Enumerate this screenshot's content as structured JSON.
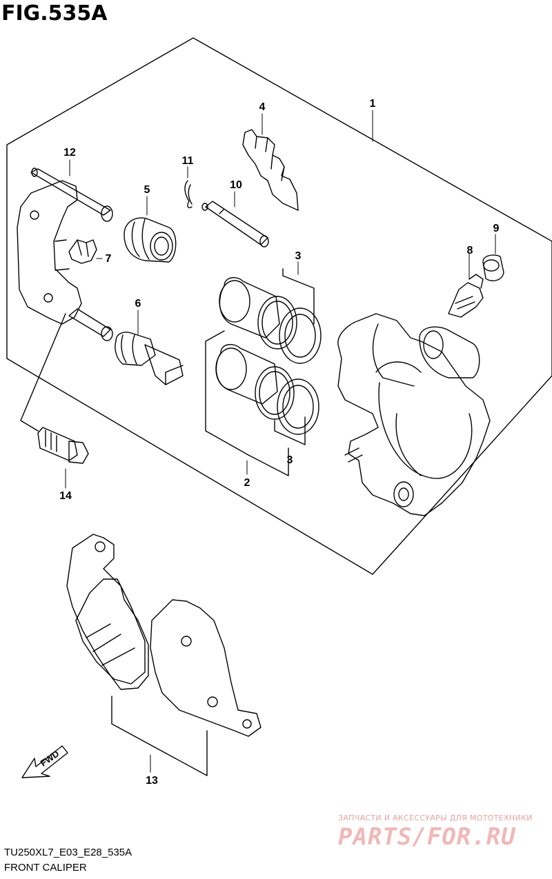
{
  "figure": {
    "title": "FIG.535A",
    "code": "TU250XL7_E03_E28_535A",
    "name": "FRONT CALIPER",
    "fwd_label": "FWD"
  },
  "callouts": {
    "c1": "1",
    "c2": "2",
    "c3a": "3",
    "c3b": "3",
    "c4": "4",
    "c5": "5",
    "c6": "6",
    "c7": "7",
    "c8": "8",
    "c9": "9",
    "c10": "10",
    "c11": "11",
    "c12": "12",
    "c13": "13",
    "c14": "14"
  },
  "watermark": {
    "tagline": "ЗАПЧАСТИ И АКСЕССУАРЫ ДЛЯ МОТОТЕХНИКИ",
    "logo": "PARTS∕FOR.RU"
  }
}
